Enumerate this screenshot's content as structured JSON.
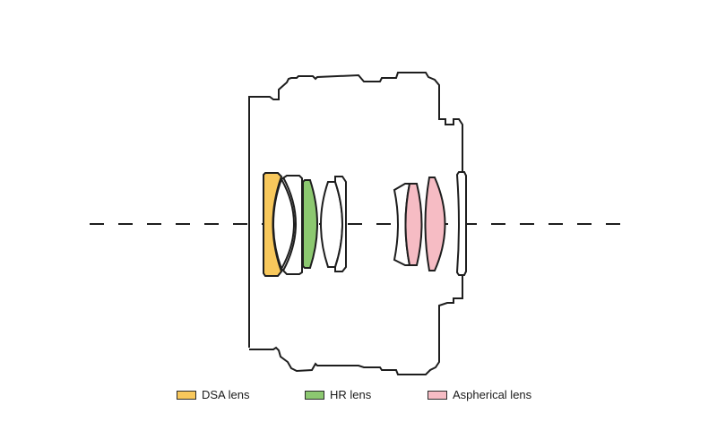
{
  "diagram": {
    "title": "Lens construction diagram",
    "colors": {
      "outline": "#1e1e1e",
      "dsa": "#f8c85c",
      "hr": "#8cc870",
      "aspherical": "#f6bcc4",
      "plain": "#ffffff"
    },
    "elements": [
      {
        "id": "el-1",
        "type": "dsa"
      },
      {
        "id": "el-2",
        "type": "plain"
      },
      {
        "id": "el-3",
        "type": "hr"
      },
      {
        "id": "el-4",
        "type": "plain"
      },
      {
        "id": "el-5",
        "type": "plain"
      },
      {
        "id": "el-6",
        "type": "plain"
      },
      {
        "id": "el-7",
        "type": "aspherical"
      },
      {
        "id": "el-8",
        "type": "aspherical"
      },
      {
        "id": "el-9",
        "type": "plain"
      }
    ]
  },
  "legend": [
    {
      "label": "DSA lens",
      "color": "#f8c85c"
    },
    {
      "label": "HR lens",
      "color": "#8cc870"
    },
    {
      "label": "Aspherical lens",
      "color": "#f6bcc4"
    }
  ]
}
